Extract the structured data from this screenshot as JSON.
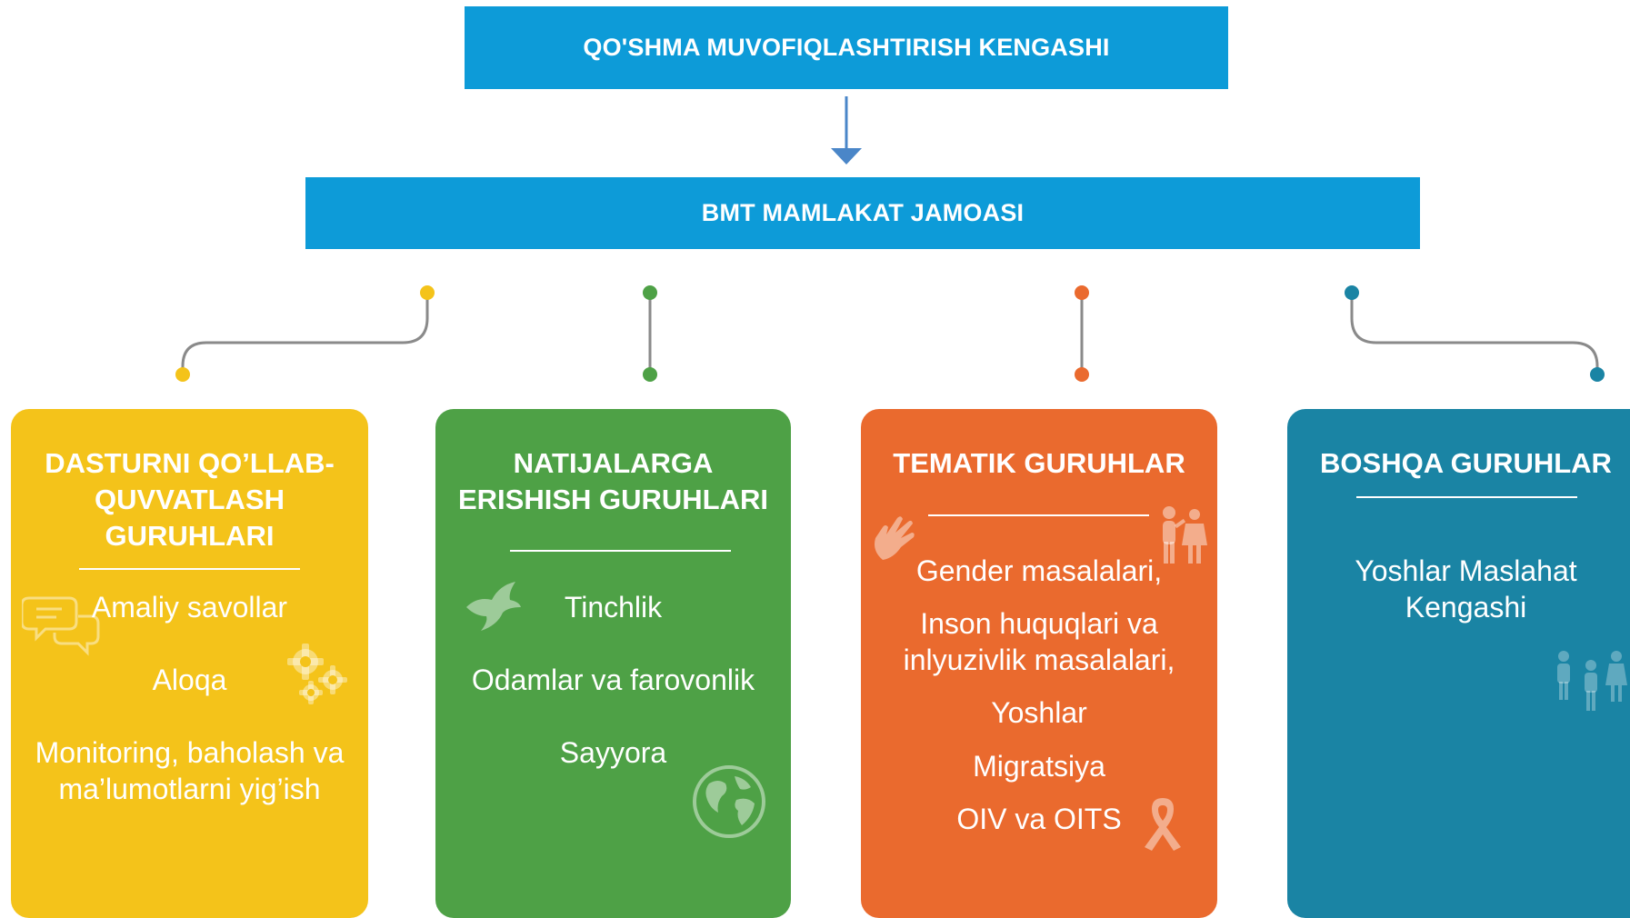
{
  "header": {
    "title": "QO'SHMA MUVOFIQLASHTIRISH KENGASHI"
  },
  "team": {
    "title": "BMT MAMLAKAT JAMOASI"
  },
  "colors": {
    "header_blue": "#0d9bd8",
    "arrow_blue": "#4a86c8",
    "connector_gray": "#8a8a8a",
    "yellow": "#f4c31a",
    "green": "#4ea146",
    "orange": "#ea6a2e",
    "teal": "#1a84a4"
  },
  "groups": [
    {
      "title": "DASTURNI QO’LLAB-\nQUVVATLASH\nGURUHLARI",
      "items": [
        "Amaliy savollar",
        "Aloqa",
        "Monitoring, baholash va\nma’lumotlarni yig’ish"
      ],
      "icons": [
        "chat-bubbles-icon",
        "gears-icon"
      ]
    },
    {
      "title": "NATIJALARGA\nERISHISH GURUHLARI",
      "items": [
        "Tinchlik",
        "Odamlar va farovonlik",
        "Sayyora"
      ],
      "icons": [
        "dove-icon",
        "globe-icon"
      ]
    },
    {
      "title": "TEMATIK GURUHLAR",
      "items": [
        "Gender masalalari,",
        "Inson huquqlari va\ninlyuzivlik masalalari,",
        "Yoshlar",
        "Migratsiya",
        "OIV va OITS"
      ],
      "icons": [
        "hand-icon",
        "family-icon",
        "ribbon-icon"
      ]
    },
    {
      "title": "BOSHQA GURUHLAR",
      "items": [
        "Yoshlar Maslahat\nKengashi"
      ],
      "icons": [
        "people-icon"
      ]
    }
  ]
}
